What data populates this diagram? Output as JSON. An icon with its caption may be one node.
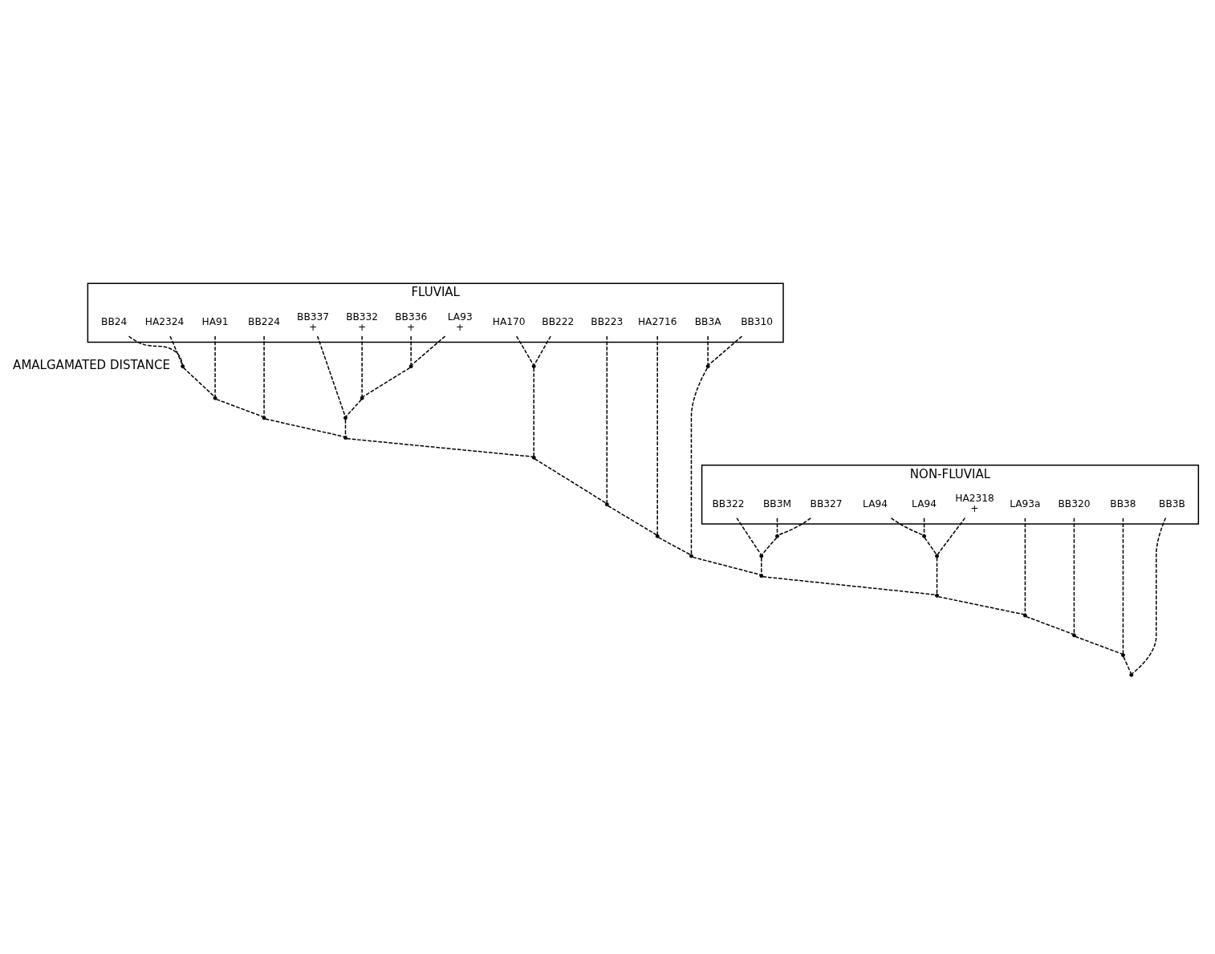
{
  "diagram": {
    "nodes": [
      {
        "text": [
          "FLUVIAL"
        ]
      },
      {
        "text": [
          "NON-FLUVIAL"
        ]
      },
      {
        "text": [
          "BB24"
        ],
        "in": 0
      },
      {
        "text": [
          "HA2324"
        ],
        "in": 0
      },
      {
        "text": [
          "HA91"
        ],
        "in": 0
      },
      {
        "text": [
          "BB224"
        ],
        "in": 0
      },
      {
        "text": [
          "BB337"
        ],
        "in": 0,
        "beside": [
          "+"
        ]
      },
      {
        "text": [
          "BB332"
        ],
        "in": 0,
        "beside": [
          "+"
        ]
      },
      {
        "text": [
          "BB336"
        ],
        "in": 0,
        "beside": [
          "+"
        ]
      },
      {
        "text": [
          "LA93"
        ],
        "in": 0,
        "beside": [
          "+"
        ]
      },
      {
        "text": [
          "HA170"
        ],
        "in": 0
      },
      {
        "text": [
          "BB222"
        ],
        "in": 0
      },
      {
        "text": [
          "BB223"
        ],
        "in": 0
      },
      {
        "text": [
          "HA2716"
        ],
        "in": 0
      },
      {
        "text": [
          "BB3A"
        ],
        "in": 0
      },
      {
        "text": [
          "BB310"
        ],
        "in": 0
      },
      {
        "text": [
          "BB322"
        ],
        "in": 1
      },
      {
        "text": [
          "BB3M"
        ],
        "in": 1
      },
      {
        "text": [
          "BB327"
        ],
        "in": 1
      },
      {
        "text": [
          "LA94"
        ],
        "in": 1
      },
      {
        "text": [
          "LA94"
        ],
        "in": 1
      },
      {
        "text": [
          "HA2318"
        ],
        "in": 1,
        "beside": [
          "+"
        ]
      },
      {
        "text": [
          "LA93a"
        ],
        "in": 1
      },
      {
        "text": [
          "BB320"
        ],
        "in": 1
      },
      {
        "text": [
          "BB38"
        ],
        "in": 1
      },
      {
        "text": [
          "BB3B"
        ],
        "in": 1
      },
      {
        "text": [],
        "shape": "point"
      },
      {
        "text": [],
        "shape": "point"
      },
      {
        "text": [],
        "shape": "point"
      },
      {
        "text": [],
        "shape": "point"
      },
      {
        "text": [],
        "shape": "point"
      },
      {
        "text": [],
        "shape": "point"
      },
      {
        "text": [],
        "shape": "point"
      },
      {
        "text": [],
        "shape": "point"
      },
      {
        "text": [],
        "shape": "point"
      },
      {
        "text": [],
        "shape": "point"
      },
      {
        "text": [],
        "shape": "point"
      },
      {
        "text": [],
        "shape": "point"
      },
      {
        "text": [],
        "shape": "point"
      },
      {
        "text": [],
        "shape": "point"
      },
      {
        "text": [],
        "shape": "point"
      },
      {
        "text": [],
        "shape": "point"
      },
      {
        "text": [],
        "shape": "point"
      },
      {
        "text": [],
        "shape": "point"
      },
      {
        "text": [],
        "shape": "point"
      },
      {
        "text": [],
        "shape": "point"
      },
      {
        "text": [],
        "shape": "point"
      },
      {
        "text": [],
        "shape": "point"
      },
      {
        "text": [],
        "shape": "point"
      }
    ],
    "edges": [
      {
        "from": 2,
        "to": 26,
        "arrow": "none",
        "style": "dashed"
      },
      {
        "from": 3,
        "to": 26,
        "arrow": "none",
        "style": "dashed"
      },
      {
        "from": 26,
        "to": 27,
        "arrow": "none",
        "style": "dashed"
      },
      {
        "from": 4,
        "to": 27,
        "arrow": "none",
        "style": "dashed"
      },
      {
        "from": 27,
        "to": 28,
        "arrow": "none",
        "style": "dashed"
      },
      {
        "from": 5,
        "to": 28,
        "arrow": "none",
        "style": "dashed"
      },
      {
        "from": 8,
        "to": 29,
        "arrow": "none",
        "style": "dashed"
      },
      {
        "from": 9,
        "to": 29,
        "arrow": "none",
        "style": "dashed"
      },
      {
        "from": 7,
        "to": 30,
        "arrow": "none",
        "style": "dashed"
      },
      {
        "from": 29,
        "to": 30,
        "arrow": "none",
        "style": "dashed"
      },
      {
        "from": 6,
        "to": 31,
        "arrow": "none",
        "style": "dashed"
      },
      {
        "from": 30,
        "to": 31,
        "arrow": "none",
        "style": "dashed"
      },
      {
        "from": 28,
        "to": 32,
        "arrow": "none",
        "style": "dashed"
      },
      {
        "from": 31,
        "to": 32,
        "arrow": "none",
        "style": "dashed"
      },
      {
        "from": 10,
        "to": 33,
        "arrow": "none",
        "style": "dashed"
      },
      {
        "from": 11,
        "to": 33,
        "arrow": "none",
        "style": "dashed"
      },
      {
        "from": 32,
        "to": 34,
        "arrow": "none",
        "style": "dashed"
      },
      {
        "from": 33,
        "to": 34,
        "arrow": "none",
        "style": "dashed"
      },
      {
        "from": 34,
        "to": 35,
        "arrow": "none",
        "style": "dashed"
      },
      {
        "from": 12,
        "to": 35,
        "arrow": "none",
        "style": "dashed"
      },
      {
        "from": 14,
        "to": 36,
        "arrow": "none",
        "style": "dashed"
      },
      {
        "from": 15,
        "to": 36,
        "arrow": "none",
        "style": "dashed"
      },
      {
        "from": 35,
        "to": 37,
        "arrow": "none",
        "style": "dashed"
      },
      {
        "from": 13,
        "to": 37,
        "arrow": "none",
        "style": "dashed"
      },
      {
        "from": 37,
        "to": 38,
        "arrow": "none",
        "style": "dashed"
      },
      {
        "from": 36,
        "to": 38,
        "arrow": "none",
        "style": "dashed"
      },
      {
        "from": 17,
        "to": 39,
        "arrow": "none",
        "style": "dashed"
      },
      {
        "from": 18,
        "to": 39,
        "arrow": "none",
        "style": "dashed"
      },
      {
        "from": 19,
        "to": 40,
        "arrow": "none",
        "style": "dashed"
      },
      {
        "from": 20,
        "to": 40,
        "arrow": "none",
        "style": "dashed"
      },
      {
        "from": 40,
        "to": 41,
        "arrow": "none",
        "style": "dashed"
      },
      {
        "from": 21,
        "to": 41,
        "arrow": "none",
        "style": "dashed"
      },
      {
        "from": 16,
        "to": 42,
        "arrow": "none",
        "style": "dashed"
      },
      {
        "from": 39,
        "to": 42,
        "arrow": "none",
        "style": "dashed"
      },
      {
        "from": 38,
        "to": 43,
        "arrow": "none",
        "style": "dashed"
      },
      {
        "from": 42,
        "to": 43,
        "arrow": "none",
        "style": "dashed"
      },
      {
        "from": 43,
        "to": 44,
        "arrow": "none",
        "style": "dashed"
      },
      {
        "from": 41,
        "to": 44,
        "arrow": "none",
        "style": "dashed"
      },
      {
        "from": 44,
        "to": 45,
        "arrow": "none",
        "style": "dashed"
      },
      {
        "from": 22,
        "to": 45,
        "arrow": "none",
        "style": "dashed"
      },
      {
        "from": 45,
        "to": 46,
        "arrow": "none",
        "style": "dashed"
      },
      {
        "from": 23,
        "to": 46,
        "arrow": "none",
        "style": "dashed"
      },
      {
        "from": 46,
        "to": 47,
        "arrow": "none",
        "style": "dashed"
      },
      {
        "from": 24,
        "to": 47,
        "arrow": "none",
        "style": "dashed"
      },
      {
        "from": 47,
        "to": 48,
        "arrow": "none",
        "style": "dashed"
      },
      {
        "from": 25,
        "to": 48,
        "arrow": "none",
        "style": "dashed"
      }
    ],
    "labels": [
      "AMALGAMATED DISTANCE"
    ]
  }
}
